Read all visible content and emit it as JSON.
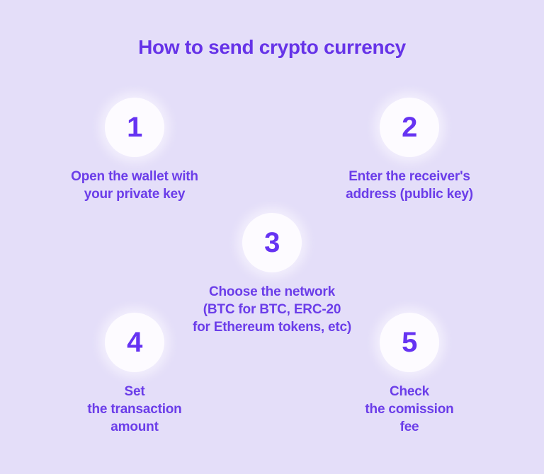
{
  "theme": {
    "background": "#e4def9",
    "circle_fill": "#fdfbff",
    "number_color": "#6633f2",
    "title_color": "#6633e8",
    "label_color": "#6b3de9"
  },
  "header": {
    "title": "How to send crypto currency"
  },
  "steps": [
    {
      "number": "1",
      "label": "Open the wallet with\nyour private key"
    },
    {
      "number": "2",
      "label": "Enter the receiver's\naddress (public key)"
    },
    {
      "number": "3",
      "label": "Choose the network\n(BTC for BTC, ERC-20\nfor Ethereum tokens, etc)"
    },
    {
      "number": "4",
      "label": "Set\nthe transaction\namount"
    },
    {
      "number": "5",
      "label": "Check\nthe comission\nfee"
    }
  ]
}
